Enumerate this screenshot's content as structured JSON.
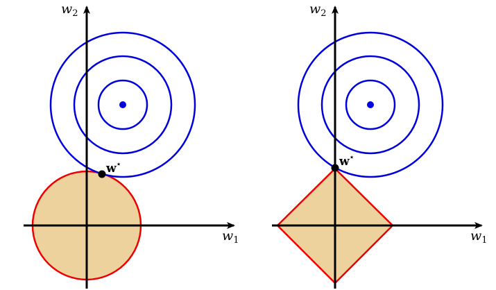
{
  "colors": {
    "contour": "#0000dd",
    "constraint_edge": "#ee0000",
    "constraint_fill": "#edd29d",
    "axis": "#000000",
    "center_point": "#0000dd",
    "optimum_point": "#000000"
  },
  "panels": [
    {
      "title": "",
      "x_axis": {
        "label": "w",
        "subscript": "1"
      },
      "y_axis": {
        "label": "w",
        "subscript": "2"
      },
      "constraint_shape": "disk",
      "contour_count": 3,
      "optimum": {
        "label": "w",
        "superscript": "⋆"
      }
    },
    {
      "title": "",
      "x_axis": {
        "label": "w",
        "subscript": "1"
      },
      "y_axis": {
        "label": "w",
        "subscript": "2"
      },
      "constraint_shape": "diamond",
      "contour_count": 3,
      "optimum": {
        "label": "w",
        "superscript": "⋆"
      }
    }
  ]
}
